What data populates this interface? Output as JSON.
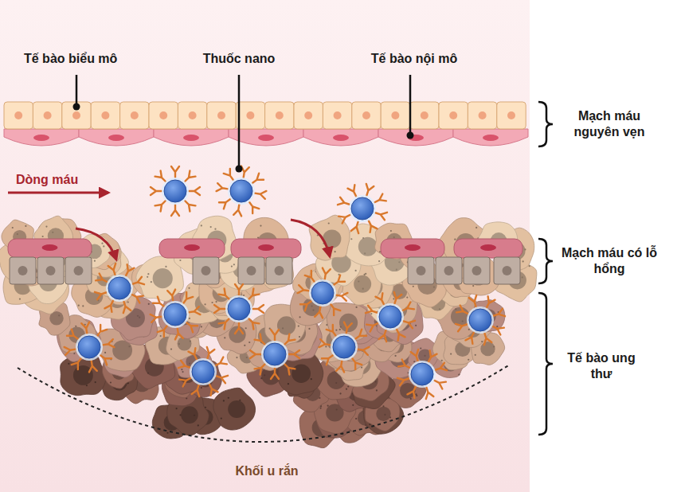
{
  "diagram": {
    "labels": [
      "Tế bào biểu mô",
      "Thuốc nano",
      "Tế bào nội mô",
      "Mạch máu nguyên vẹn",
      "Dòng máu",
      "Mạch máu có lỗ hổng",
      "Tế bào ung thư",
      "Khối u rắn"
    ]
  }
}
